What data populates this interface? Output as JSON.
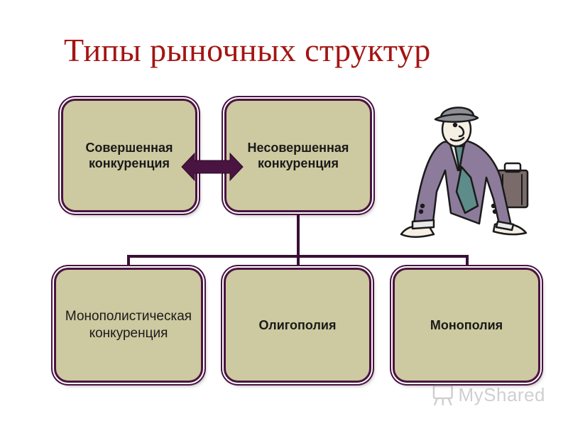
{
  "title": "Типы рыночных структур",
  "top_row": {
    "perfect": {
      "line1": "Совершенная",
      "line2": "конкуренция"
    },
    "imperfect": {
      "line1": "Несовершенная",
      "line2": "конкуренция"
    }
  },
  "bottom_row": {
    "monopolistic": {
      "line1": "Монополистическая",
      "line2": "конкуренция"
    },
    "oligopoly": {
      "label": "Олигополия"
    },
    "monopoly": {
      "label": "Монополия"
    }
  },
  "colors": {
    "title": "#a31512",
    "box_fill": "#cdc9a0",
    "box_border": "#4a1442",
    "connector": "#3a0f36"
  },
  "icons": {
    "arrow": "double-headed-arrow-icon",
    "figure": "businessman-with-briefcase-icon",
    "watermark": "mysharedwatermark-icon"
  },
  "watermark": {
    "text": "MyShared"
  }
}
